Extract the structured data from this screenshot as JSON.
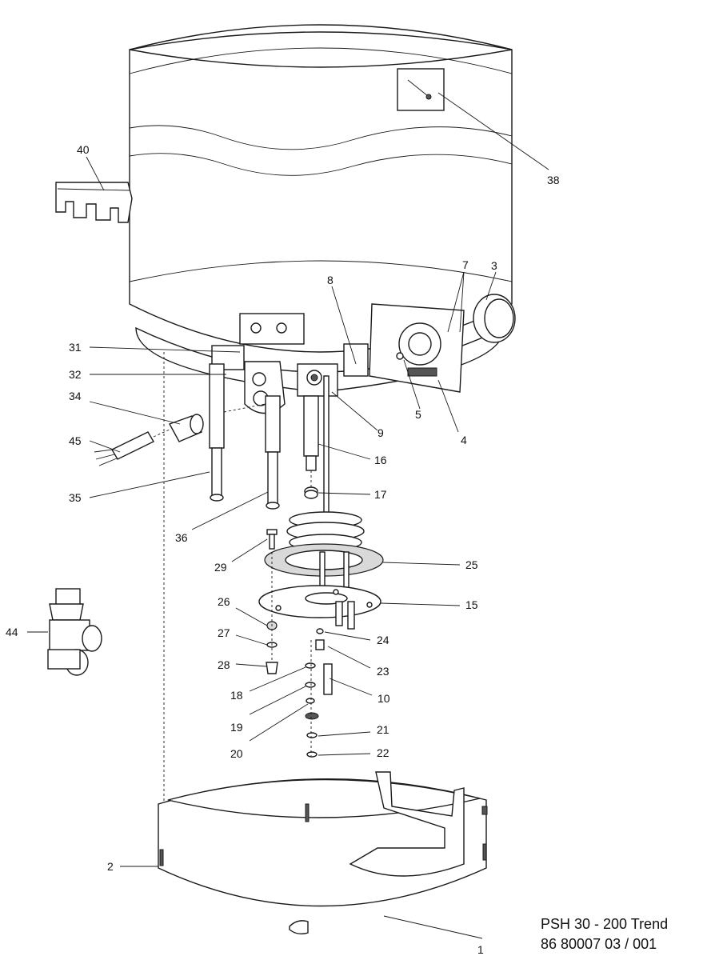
{
  "diagram": {
    "model_name": "PSH 30 - 200 Trend",
    "model_number": "86 80007 03 / 001",
    "callouts": [
      "1",
      "2",
      "3",
      "4",
      "5",
      "7",
      "8",
      "9",
      "10",
      "15",
      "16",
      "17",
      "18",
      "19",
      "20",
      "21",
      "22",
      "23",
      "24",
      "25",
      "26",
      "27",
      "28",
      "29",
      "31",
      "32",
      "34",
      "35",
      "36",
      "38",
      "40",
      "44",
      "45"
    ]
  }
}
